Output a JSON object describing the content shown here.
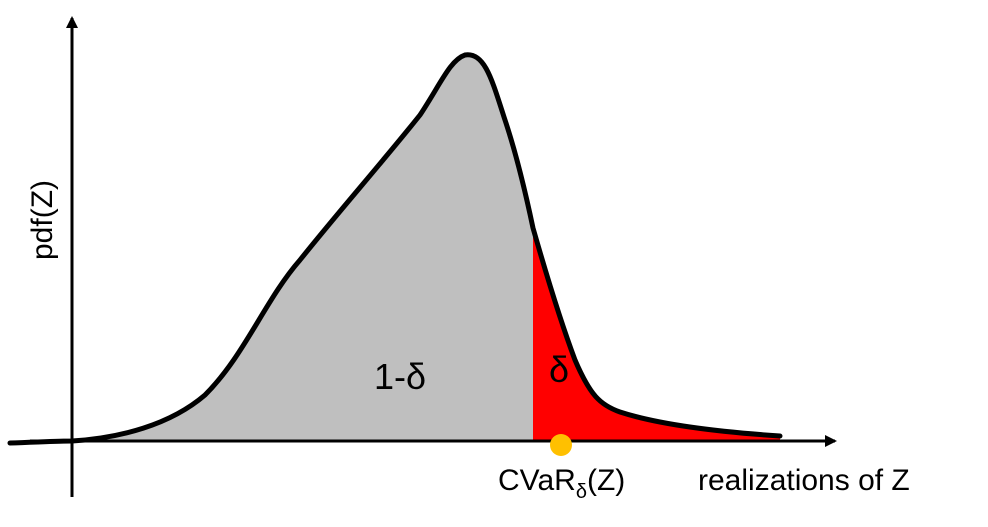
{
  "diagram": {
    "y_axis_label": "pdf(Z)",
    "x_axis_label": "realizations of Z",
    "body_label": "1-δ",
    "tail_label": "δ",
    "marker_label": {
      "main": "CVaR",
      "subscript": "δ",
      "suffix": "(Z)"
    }
  },
  "colors": {
    "body_fill": "#bfbfbf",
    "tail_fill": "#ff0000",
    "curve": "#000000",
    "marker": "#ffc000",
    "axis": "#000000"
  }
}
